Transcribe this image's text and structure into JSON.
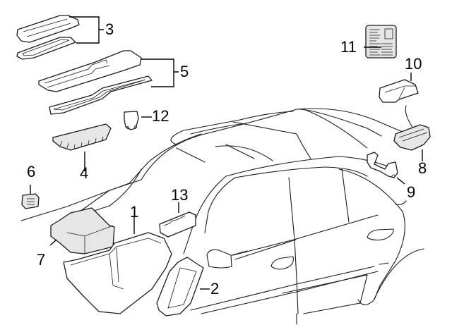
{
  "diagram": {
    "type": "exploded parts diagram",
    "subject": "vehicle fuse and relay box components",
    "colors": {
      "line": "#1a1a1a",
      "background": "#ffffff"
    },
    "callouts": [
      {
        "id": "1",
        "label": "1",
        "part": "fuse-box-housing"
      },
      {
        "id": "2",
        "label": "2",
        "part": "fuse-box-lid"
      },
      {
        "id": "3",
        "label": "3",
        "part": "small-cover-and-gasket"
      },
      {
        "id": "4",
        "label": "4",
        "part": "fuse-block"
      },
      {
        "id": "5",
        "label": "5",
        "part": "long-cover-and-gasket"
      },
      {
        "id": "6",
        "label": "6",
        "part": "relay"
      },
      {
        "id": "7",
        "label": "7",
        "part": "relay-box"
      },
      {
        "id": "8",
        "label": "8",
        "part": "relay-block"
      },
      {
        "id": "9",
        "label": "9",
        "part": "bracket"
      },
      {
        "id": "10",
        "label": "10",
        "part": "cover"
      },
      {
        "id": "11",
        "label": "11",
        "part": "instruction-label"
      },
      {
        "id": "12",
        "label": "12",
        "part": "fuse"
      },
      {
        "id": "13",
        "label": "13",
        "part": "connector-block"
      }
    ]
  }
}
